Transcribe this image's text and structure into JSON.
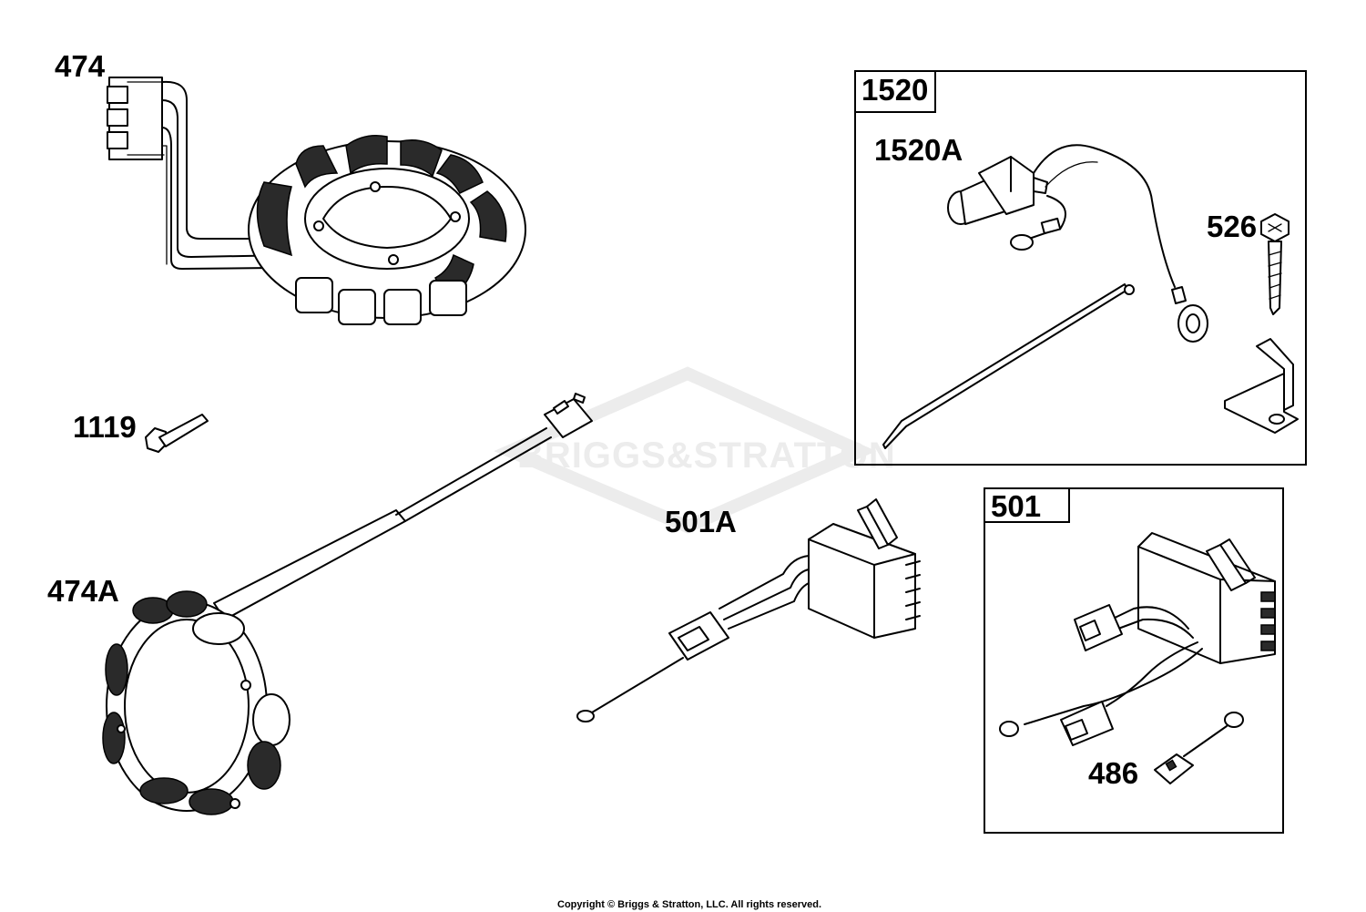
{
  "parts": {
    "p474": "474",
    "p1119": "1119",
    "p474A": "474A",
    "p501A": "501A",
    "p1520A": "1520A",
    "p526": "526",
    "p486": "486"
  },
  "kits": {
    "k1520": "1520",
    "k501": "501"
  },
  "watermark": {
    "brand": "BRIGGS&STRATTON"
  },
  "footer": {
    "copyright": "Copyright © Briggs & Stratton, LLC. All rights reserved."
  }
}
